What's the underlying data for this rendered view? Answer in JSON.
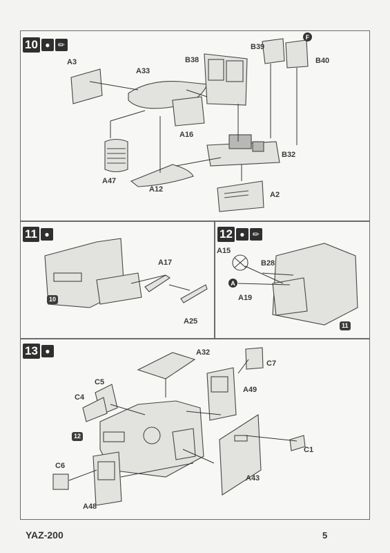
{
  "steps": {
    "s10": {
      "number": "10"
    },
    "s11": {
      "number": "11"
    },
    "s12": {
      "number": "12"
    },
    "s13": {
      "number": "13"
    }
  },
  "icons": [
    "glue-drop-icon",
    "paint-brush-icon"
  ],
  "labels10": {
    "a3": "A3",
    "a33": "A33",
    "b38": "B38",
    "b39": "B39",
    "b40": "B40",
    "f": "F",
    "a16": "A16",
    "b32": "B32",
    "a47": "A47",
    "a12": "A12",
    "a2": "A2"
  },
  "labels11": {
    "a17": "A17",
    "a25": "A25",
    "ref": "10"
  },
  "labels12": {
    "a15": "A15",
    "b28": "B28",
    "a": "A",
    "a19": "A19",
    "ref": "11"
  },
  "labels13": {
    "a32": "A32",
    "c7": "C7",
    "c5": "C5",
    "c4": "C4",
    "a49": "A49",
    "ref": "12",
    "c1": "C1",
    "c6": "C6",
    "a43": "A43",
    "a48": "A48"
  },
  "footer": {
    "title": "YAZ-200",
    "page": "5"
  }
}
